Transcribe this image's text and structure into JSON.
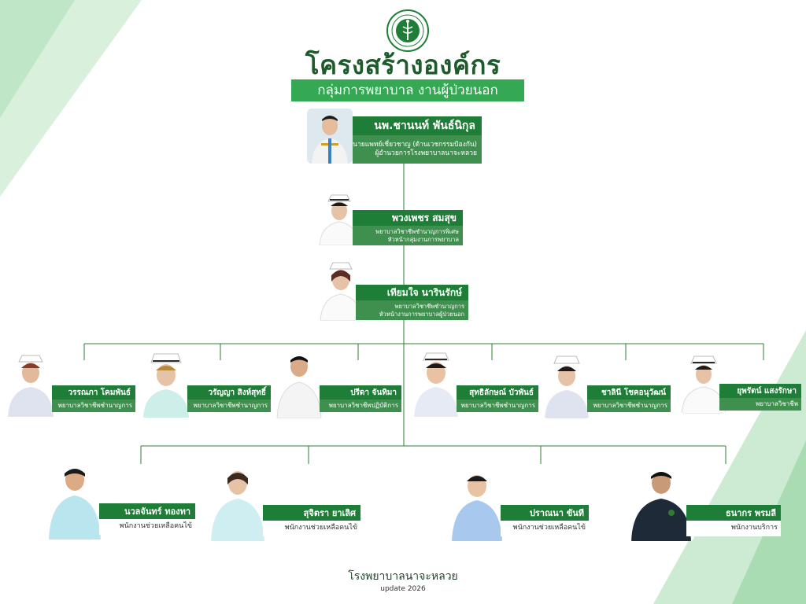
{
  "header": {
    "logo_icon": "moph-caduceus-logo",
    "title": "โครงสร้างองค์กร",
    "subtitle": "กลุ่มการพยาบาล งานผู้ป่วยนอก"
  },
  "director": {
    "name": "นพ.ชานนท์ พันธ์นิกุล",
    "position_1": "นายแพทย์เชี่ยวชาญ (ด้านเวชกรรมป้องกัน)",
    "position_2": "ผู้อำนวยการโรงพยาบาลนาจะหลวย"
  },
  "nursing_head": {
    "name": "พวงเพชร สมสุข",
    "position_1": "พยาบาลวิชาชีพชำนาญการพิเศษ",
    "position_2": "หัวหน้ากลุ่มงานการพยาบาล"
  },
  "opd_head": {
    "name": "เทียมใจ นารินรักษ์",
    "position_1": "พยาบาลวิชาชีพชำนาญการ",
    "position_2": "หัวหน้างานการพยาบาลผู้ป่วยนอก"
  },
  "nurses": [
    {
      "name": "วรรณภา โคมพันธ์",
      "position": "พยาบาลวิชาชีพชำนาญการ"
    },
    {
      "name": "วรัญญา สิงห์สุทธิ์",
      "position": "พยาบาลวิชาชีพชำนาญการ"
    },
    {
      "name": "ปรีดา จันทิมา",
      "position": "พยาบาลวิชาชีพปฏิบัติการ"
    },
    {
      "name": "สุทธิลักษณ์ บัวพันธ์",
      "position": "พยาบาลวิชาชีพชำนาญการ"
    },
    {
      "name": "ชาลินี โชคอนุวัฒน์",
      "position": "พยาบาลวิชาชีพชำนาญการ"
    },
    {
      "name": "ยุพรัตน์ แสงรักษา",
      "position": "พยาบาลวิชาชีพ"
    }
  ],
  "staff": [
    {
      "name": "นวลจันทร์ ทองทา",
      "position": "พนักงานช่วยเหลือคนไข้"
    },
    {
      "name": "สุจิตรา ยาเลิศ",
      "position": "พนักงานช่วยเหลือคนไข้"
    },
    {
      "name": "ปราณนา ขันที",
      "position": "พนักงานช่วยเหลือคนไข้"
    },
    {
      "name": "ธนากร พรมลี",
      "position": "พนักงานบริการ"
    }
  ],
  "footer": {
    "hospital": "โรงพยาบาลนาจะหลวย",
    "update": "update 2026"
  },
  "colors": {
    "dark_green": "#1e7d36",
    "accent_green": "#34a853",
    "title_green": "#1e5b2c"
  }
}
